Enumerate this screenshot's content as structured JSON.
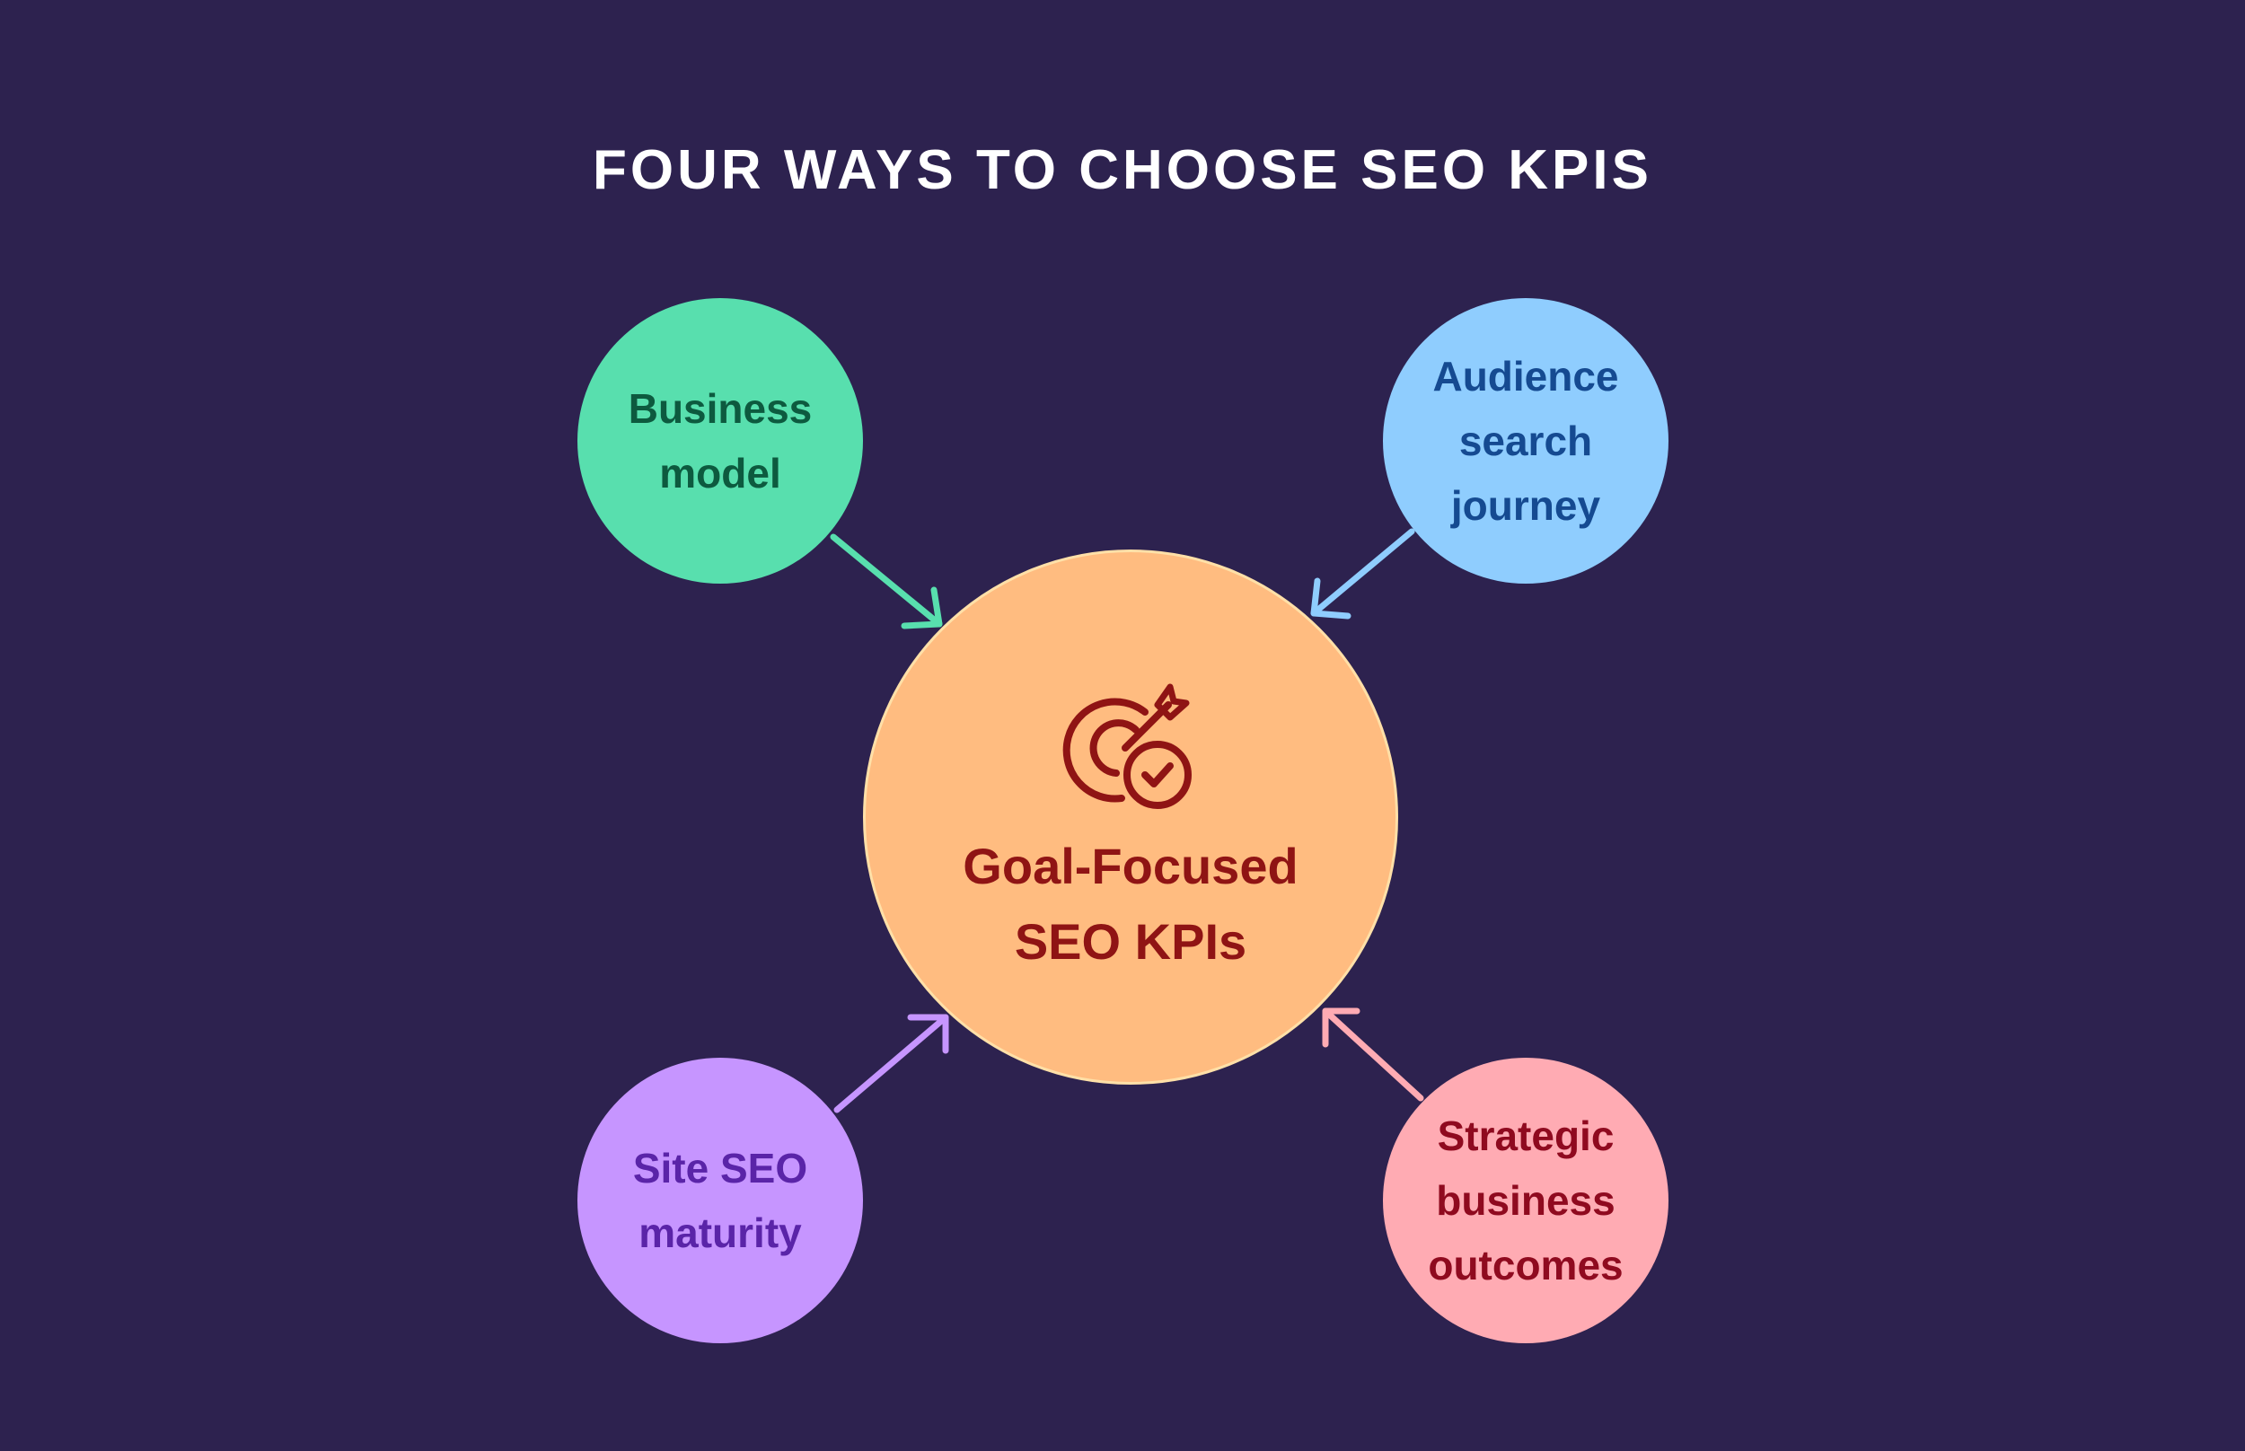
{
  "title": "FOUR WAYS TO CHOOSE SEO KPIS",
  "center": {
    "label": "Goal-Focused\nSEO KPIs",
    "icon": "target-check-icon",
    "fill": "#ffbc80",
    "text_color": "#8f1414"
  },
  "nodes": {
    "business_model": {
      "label": "Business\nmodel",
      "fill": "#58dfae",
      "text_color": "#0d5a3f"
    },
    "audience_journey": {
      "label": "Audience\nsearch\njourney",
      "fill": "#8fcdfe",
      "text_color": "#154a91"
    },
    "seo_maturity": {
      "label": "Site SEO\nmaturity",
      "fill": "#c695ff",
      "text_color": "#5a24a8"
    },
    "business_outcomes": {
      "label": "Strategic\nbusiness\noutcomes",
      "fill": "#ffabb3",
      "text_color": "#8f0a1f"
    }
  },
  "background": "#2d224f"
}
